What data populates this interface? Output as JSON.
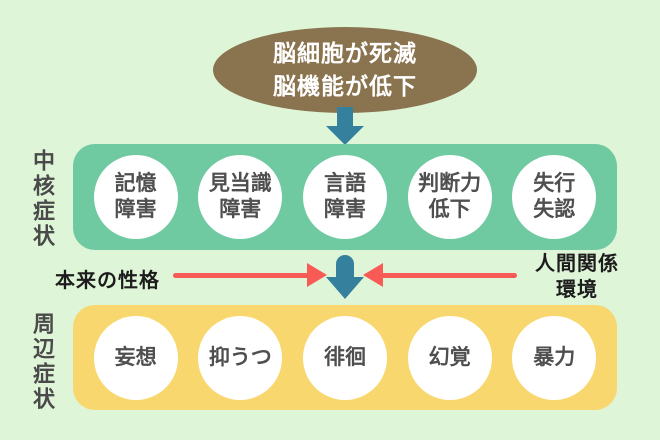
{
  "cause_bubble": {
    "line1": "脳細胞が死滅",
    "line2": "脳機能が低下"
  },
  "core_band": {
    "side_label": "中核症状",
    "items": [
      {
        "line1": "記憶",
        "line2": "障害"
      },
      {
        "line1": "見当識",
        "line2": "障害"
      },
      {
        "line1": "言語",
        "line2": "障害"
      },
      {
        "line1": "判断力",
        "line2": "低下"
      },
      {
        "line1": "失行",
        "line2": "失認"
      }
    ]
  },
  "influence": {
    "left_label": "本来の性格",
    "right_line1": "人間関係",
    "right_line2": "環境"
  },
  "peripheral_band": {
    "side_label": "周辺症状",
    "items": [
      {
        "label": "妄想"
      },
      {
        "label": "抑うつ"
      },
      {
        "label": "徘徊"
      },
      {
        "label": "幻覚"
      },
      {
        "label": "暴力"
      }
    ]
  },
  "colors": {
    "background": "#dff5d8",
    "cause_bubble": "#8a744f",
    "core_band": "#6fc9a1",
    "peripheral_band": "#f8d76e",
    "down_arrow": "#35809d",
    "influence_arrow": "#f85b56",
    "circle_text": "#4f4f4f"
  }
}
